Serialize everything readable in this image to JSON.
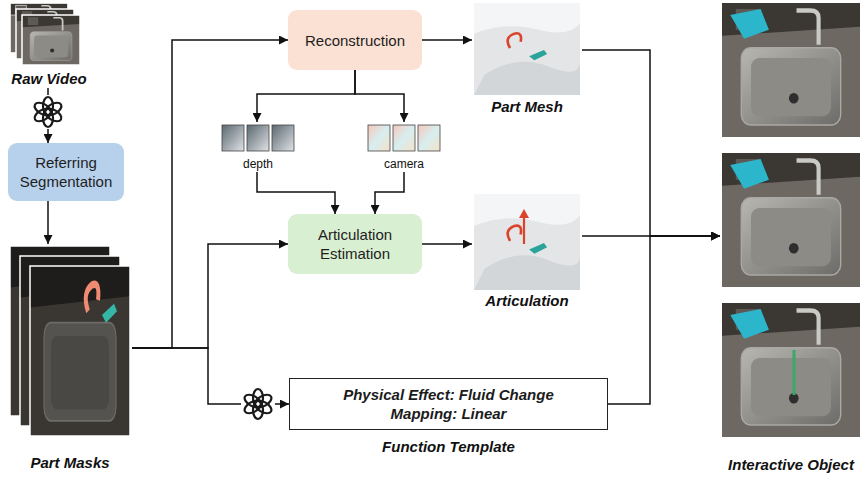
{
  "diagram": {
    "nodes": [
      {
        "text": [
          "Raw Video"
        ]
      },
      {
        "text": [
          "Referring Segmentation"
        ]
      },
      {
        "text": [
          "Part Masks"
        ]
      },
      {
        "text": [
          "Reconstruction"
        ]
      },
      {
        "text": [
          "depth"
        ]
      },
      {
        "text": [
          "camera"
        ]
      },
      {
        "text": [
          "Articulation Estimation"
        ]
      },
      {
        "text": [
          "Physical Effect: Fluid Change",
          "Mapping: Linear",
          "Function Template"
        ]
      },
      {
        "text": [
          "Part Mesh"
        ]
      },
      {
        "text": [
          "Articulation"
        ]
      },
      {
        "text": [
          "Interactive Object"
        ]
      }
    ],
    "edges": [
      {
        "from": 0,
        "to": 1,
        "arrow": "to"
      },
      {
        "from": 1,
        "to": 2,
        "arrow": "to"
      },
      {
        "from": 2,
        "to": 3,
        "arrow": "to"
      },
      {
        "from": 2,
        "to": 6,
        "arrow": "to"
      },
      {
        "from": 2,
        "to": 7,
        "arrow": "to"
      },
      {
        "from": 3,
        "to": 4,
        "arrow": "to"
      },
      {
        "from": 3,
        "to": 5,
        "arrow": "to"
      },
      {
        "from": 4,
        "to": 6,
        "arrow": "to"
      },
      {
        "from": 5,
        "to": 6,
        "arrow": "to"
      },
      {
        "from": 3,
        "to": 8,
        "arrow": "to"
      },
      {
        "from": 6,
        "to": 9,
        "arrow": "to"
      },
      {
        "from": 8,
        "to": 10,
        "arrow": "to"
      },
      {
        "from": 9,
        "to": 10,
        "arrow": "to"
      },
      {
        "from": 7,
        "to": 10,
        "arrow": "to"
      }
    ]
  }
}
